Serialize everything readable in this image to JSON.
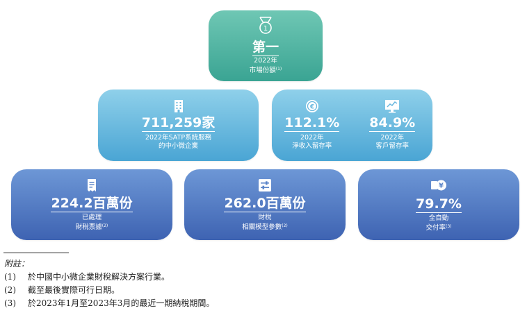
{
  "colors": {
    "top_card": "#3aa493",
    "mid_cards": "#4aa5d4",
    "bottom_cards": "#3e63b2",
    "text": "#ffffff"
  },
  "cards": {
    "top": {
      "icon": "medal-icon",
      "value": "第一",
      "label_line1": "2022年",
      "label_line2": "市場份額",
      "note": "(1)"
    },
    "mid_left": {
      "icon": "building-icon",
      "value": "711,259家",
      "label_line1": "2022年SATP系統服務",
      "label_line2": "的中小微企業"
    },
    "mid_right": {
      "left": {
        "icon": "coin-icon",
        "value": "112.1%",
        "label_line1": "2022年",
        "label_line2": "淨收入留存率"
      },
      "right": {
        "icon": "chart-monitor-icon",
        "value": "84.9%",
        "label_line1": "2022年",
        "label_line2": "客戶留存率"
      }
    },
    "bottom": [
      {
        "icon": "receipt-icon",
        "value": "224.2百萬份",
        "label_line1": "已處理",
        "label_line2": "財稅票據",
        "note": "(2)"
      },
      {
        "icon": "sliders-icon",
        "value": "262.0百萬份",
        "label_line1": "財稅",
        "label_line2": "相關模型參數",
        "note": "(2)"
      },
      {
        "icon": "yuan-payment-icon",
        "value": "79.7%",
        "label_line1": "全自動",
        "label_line2": "交付率",
        "note": "(3)"
      }
    ]
  },
  "notes": {
    "heading": "附註：",
    "items": [
      {
        "num": "(1)",
        "text": "於中國中小微企業財稅解決方案行業。"
      },
      {
        "num": "(2)",
        "text": "截至最後實際可行日期。"
      },
      {
        "num": "(3)",
        "text": "於2023年1月至2023年3月的最近一期納稅期間。"
      }
    ]
  }
}
